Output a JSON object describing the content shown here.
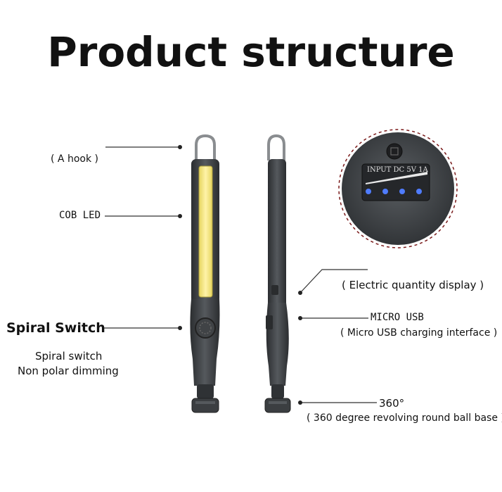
{
  "title": "Product structure",
  "labels": {
    "hook": "( A hook )",
    "cob": "COB LED",
    "spiral_heading": "Spiral Switch",
    "spiral_line1": "Spiral switch",
    "spiral_line2": "Non polar dimming",
    "electric": "( Electric quantity display )",
    "micro_usb": "MICRO USB",
    "micro_usb_desc": "( Micro USB charging interface )",
    "deg360": "360°",
    "deg360_desc": "( 360 degree revolving round ball base )",
    "input_text": "INPUT DC 5V 1A"
  },
  "colors": {
    "body": "#3a3d40",
    "led": "#f2e27a",
    "indicator": "#3f6fe0"
  }
}
